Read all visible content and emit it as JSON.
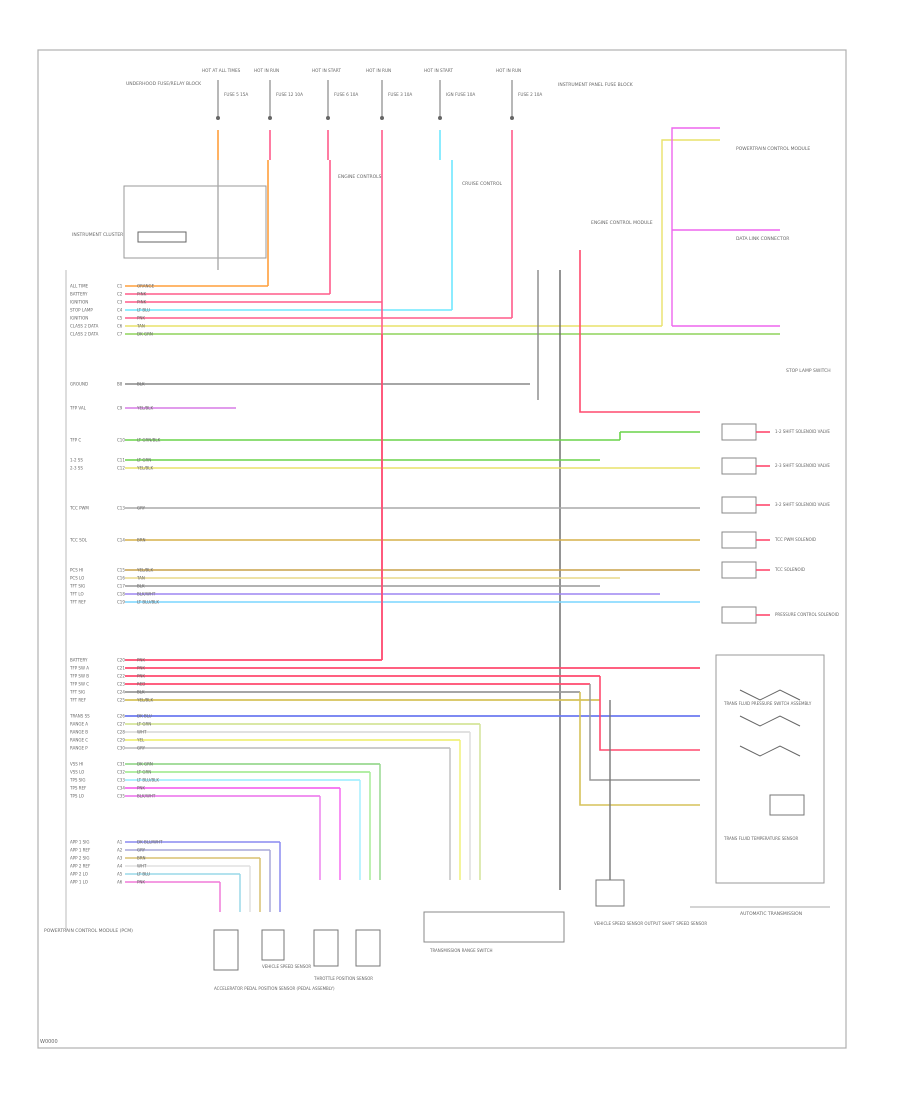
{
  "footer": {
    "id": "W0000",
    "auto_trans_label": "AUTOMATIC TRANSMISSION"
  },
  "top_fuses": [
    {
      "heading": "HOT AT ALL TIMES",
      "name": "FUSE 5 15A"
    },
    {
      "heading": "HOT IN RUN",
      "name": "FUSE 12 10A"
    },
    {
      "heading": "HOT IN START",
      "name": "FUSE 6 10A"
    },
    {
      "heading": "HOT IN RUN",
      "name": "FUSE 3 10A"
    },
    {
      "heading": "HOT IN START",
      "name": "IGN FUSE 10A"
    },
    {
      "heading": "HOT IN RUN",
      "name": "FUSE 2 10A"
    }
  ],
  "top_labels": {
    "underhood": "UNDERHOOD FUSE/RELAY BLOCK",
    "right_fuse": "INSTRUMENT PANEL FUSE BLOCK",
    "engine": "ENGINE CONTROLS",
    "cruise": "CRUISE CONTROL",
    "ecm_left": "INSTRUMENT CLUSTER",
    "ecm_right": "ENGINE CONTROL MODULE",
    "powertrain_right": "POWERTRAIN CONTROL MODULE",
    "fuel_data": "DATA LINK CONNECTOR",
    "brake_switch": "STOP LAMP SWITCH"
  },
  "pcm_title": "POWERTRAIN CONTROL MODULE (PCM)",
  "pcm_pins": [
    {
      "label": "ALL TIME",
      "pin": "C1",
      "color": "ORANGE",
      "wire": "#ff9f3c"
    },
    {
      "label": "BATTERY",
      "pin": "C2",
      "color": "PINK",
      "wire": "#ff5c8a"
    },
    {
      "label": "IGNITION",
      "pin": "C3",
      "color": "PINK",
      "wire": "#ff5c8a"
    },
    {
      "label": "STOP LAMP",
      "pin": "C4",
      "color": "LT BLU",
      "wire": "#6fe8ff"
    },
    {
      "label": "IGNITION",
      "pin": "C5",
      "color": "PNK",
      "wire": "#ff5c8a"
    },
    {
      "label": "CLASS 2 DATA",
      "pin": "C6",
      "color": "TAN",
      "wire": "#e9e26a"
    },
    {
      "label": "CLASS 2 DATA",
      "pin": "C7",
      "color": "DK GRN",
      "wire": "#8fd35c"
    },
    {
      "label": "GROUND",
      "pin": "B8",
      "color": "BLK",
      "wire": "#888888"
    },
    {
      "label": "TFP VAL",
      "pin": "C9",
      "color": "YEL/BLK",
      "wire": "#d77be6"
    },
    {
      "label": "TFP C",
      "pin": "C10",
      "color": "LT GRN/BLK",
      "wire": "#6ad44a"
    },
    {
      "label": "1-2 SS",
      "pin": "C11",
      "color": "LT GRN",
      "wire": "#6ad44a"
    },
    {
      "label": "2-3 SS",
      "pin": "C12",
      "color": "YEL/BLK",
      "wire": "#e9e26a"
    },
    {
      "label": "TCC PWM",
      "pin": "C13",
      "color": "GRY",
      "wire": "#aaaaaa"
    },
    {
      "label": "TCC SOL",
      "pin": "C14",
      "color": "BRN",
      "wire": "#d6b04a"
    },
    {
      "label": "PCS HI",
      "pin": "C15",
      "color": "YEL/BLK",
      "wire": "#c9a24a"
    },
    {
      "label": "PCS LO",
      "pin": "C16",
      "color": "TAN",
      "wire": "#e8d98a"
    },
    {
      "label": "TFT SIG",
      "pin": "C17",
      "color": "BLK",
      "wire": "#999999"
    },
    {
      "label": "TFT LO",
      "pin": "C18",
      "color": "BLK/WHT",
      "wire": "#9e86f2"
    },
    {
      "label": "TFT REF",
      "pin": "C19",
      "color": "LT BLU/BLK",
      "wire": "#7ad6ff"
    }
  ],
  "pcm_pins_lower": [
    {
      "label": "BATTERY",
      "pin": "C20",
      "color": "PNK",
      "wire": "#ff4a6e"
    },
    {
      "label": "TFP SW A",
      "pin": "C21",
      "color": "PNK",
      "wire": "#ff4a6e"
    },
    {
      "label": "TFP SW B",
      "pin": "C22",
      "color": "PNK",
      "wire": "#ff4a6e"
    },
    {
      "label": "TFP SW C",
      "pin": "C23",
      "color": "RED",
      "wire": "#ff4a6e"
    },
    {
      "label": "TFT SIG",
      "pin": "C24",
      "color": "BLK",
      "wire": "#999999"
    },
    {
      "label": "TFT REF",
      "pin": "C25",
      "color": "YEL/BLK",
      "wire": "#d6c25a"
    },
    {
      "label": "TRANS SS",
      "pin": "C26",
      "color": "DK BLU",
      "wire": "#6b7af0"
    },
    {
      "label": "RANGE A",
      "pin": "C27",
      "color": "LT GRN",
      "wire": "#d4e49a"
    },
    {
      "label": "RANGE B",
      "pin": "C28",
      "color": "WHT",
      "wire": "#dddddd"
    },
    {
      "label": "RANGE C",
      "pin": "C29",
      "color": "YEL",
      "wire": "#f0f07a"
    },
    {
      "label": "RANGE P",
      "pin": "C30",
      "color": "GRY",
      "wire": "#c4c4c4"
    },
    {
      "label": "VSS HI",
      "pin": "C31",
      "color": "DK GRN",
      "wire": "#99d890"
    },
    {
      "label": "VSS LO",
      "pin": "C32",
      "color": "LT GRN",
      "wire": "#a8ec98"
    },
    {
      "label": "TPS SIG",
      "pin": "C33",
      "color": "LT BLU/BLK",
      "wire": "#a5efff"
    },
    {
      "label": "TPS REF",
      "pin": "C34",
      "color": "PNK",
      "wire": "#f56cf0"
    },
    {
      "label": "TPS LO",
      "pin": "C35",
      "color": "BLK/WHT",
      "wire": "#ee82ee"
    }
  ],
  "pcm_pins_bottom": [
    {
      "label": "APP 1 SIG",
      "pin": "A1",
      "color": "DK BLU/WHT",
      "wire": "#8a8af0"
    },
    {
      "label": "APP 1 REF",
      "pin": "A2",
      "color": "GRY",
      "wire": "#a8a8d8"
    },
    {
      "label": "APP 2 SIG",
      "pin": "A3",
      "color": "BRN",
      "wire": "#d8c070"
    },
    {
      "label": "APP 2 REF",
      "pin": "A4",
      "color": "WHT",
      "wire": "#e0e0e0"
    },
    {
      "label": "APP 2 LO",
      "pin": "A5",
      "color": "LT BLU",
      "wire": "#9ad8e8"
    },
    {
      "label": "APP 1 LO",
      "pin": "A6",
      "color": "PNK",
      "wire": "#f07ad8"
    }
  ],
  "right_components": [
    {
      "name": "1-2 SHIFT SOLENOID VALVE"
    },
    {
      "name": "2-3 SHIFT SOLENOID VALVE"
    },
    {
      "name": "3-2 SHIFT SOLENOID VALVE"
    },
    {
      "name": "TCC PWM SOLENOID"
    },
    {
      "name": "TCC SOLENOID"
    },
    {
      "name": "PRESSURE CONTROL SOLENOID"
    },
    {
      "name": "TRANS FLUID PRESSURE SWITCH ASSEMBLY"
    },
    {
      "name": "TRANS FLUID TEMPERATURE SENSOR"
    }
  ],
  "bottom_components": [
    {
      "name": "ACCELERATOR PEDAL POSITION SENSOR (PEDAL ASSEMBLY)"
    },
    {
      "name": "VEHICLE SPEED SENSOR"
    },
    {
      "name": "THROTTLE POSITION SENSOR"
    },
    {
      "name": "TRANSMISSION RANGE SWITCH"
    },
    {
      "name": "VEHICLE SPEED SENSOR OUTPUT SHAFT SPEED SENSOR"
    }
  ]
}
